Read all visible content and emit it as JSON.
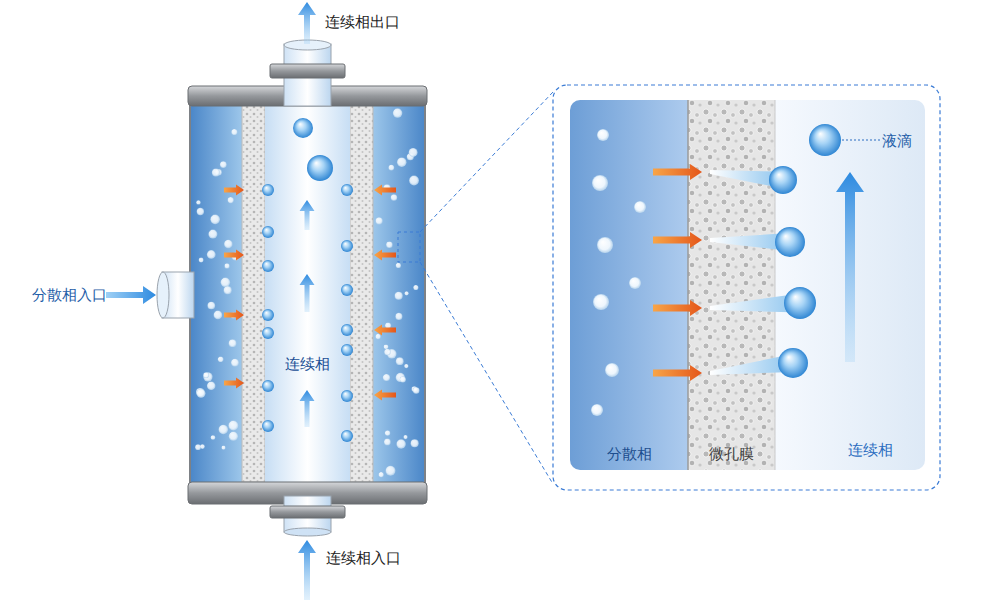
{
  "diagram": {
    "nodes": [
      {
        "text": [
          "连续相"
        ]
      },
      {
        "text": [
          "分散相"
        ]
      },
      {
        "text": [
          "微孔膜"
        ]
      },
      {
        "text": [
          "连续相"
        ]
      }
    ],
    "labels": [
      "连续相出口",
      "分散相入口",
      "连续相入口",
      "液滴"
    ]
  }
}
